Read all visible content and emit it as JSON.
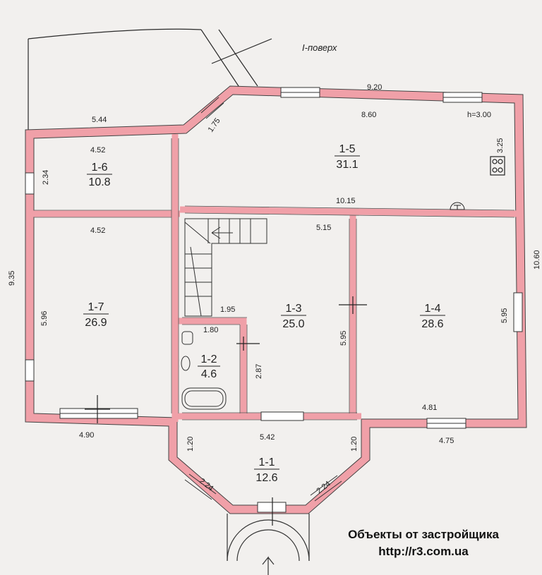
{
  "title": "I-поверх",
  "rooms": {
    "r11": {
      "id": "1-1",
      "area": "12.6"
    },
    "r12": {
      "id": "1-2",
      "area": "4.6"
    },
    "r13": {
      "id": "1-3",
      "area": "25.0"
    },
    "r14": {
      "id": "1-4",
      "area": "28.6"
    },
    "r15": {
      "id": "1-5",
      "area": "31.1"
    },
    "r16": {
      "id": "1-6",
      "area": "10.8"
    },
    "r17": {
      "id": "1-7",
      "area": "26.9"
    }
  },
  "dims": {
    "d920": "9.20",
    "d860": "8.60",
    "h": "h=3.00",
    "d325": "3.25",
    "d175": "1.75",
    "d544": "5.44",
    "d452a": "4.52",
    "d234": "2.34",
    "d1015": "10.15",
    "d452b": "4.52",
    "d515": "5.15",
    "d935": "9.35",
    "d1060": "10.60",
    "d596": "5.96",
    "d195": "1.95",
    "d180": "1.80",
    "d595a": "5.95",
    "d595b": "5.95",
    "d287": "2.87",
    "d481": "4.81",
    "d490": "4.90",
    "d542": "5.42",
    "d475": "4.75",
    "d120a": "1.20",
    "d120b": "1.20",
    "d224a": "2.24",
    "d224b": "2.24"
  },
  "watermark": {
    "line1": "Объекты от застройщика",
    "line2": "http://r3.com.ua"
  },
  "colors": {
    "wall": "#f0a0a8",
    "line": "#2a2a2a",
    "paper": "#f2f0ee"
  }
}
